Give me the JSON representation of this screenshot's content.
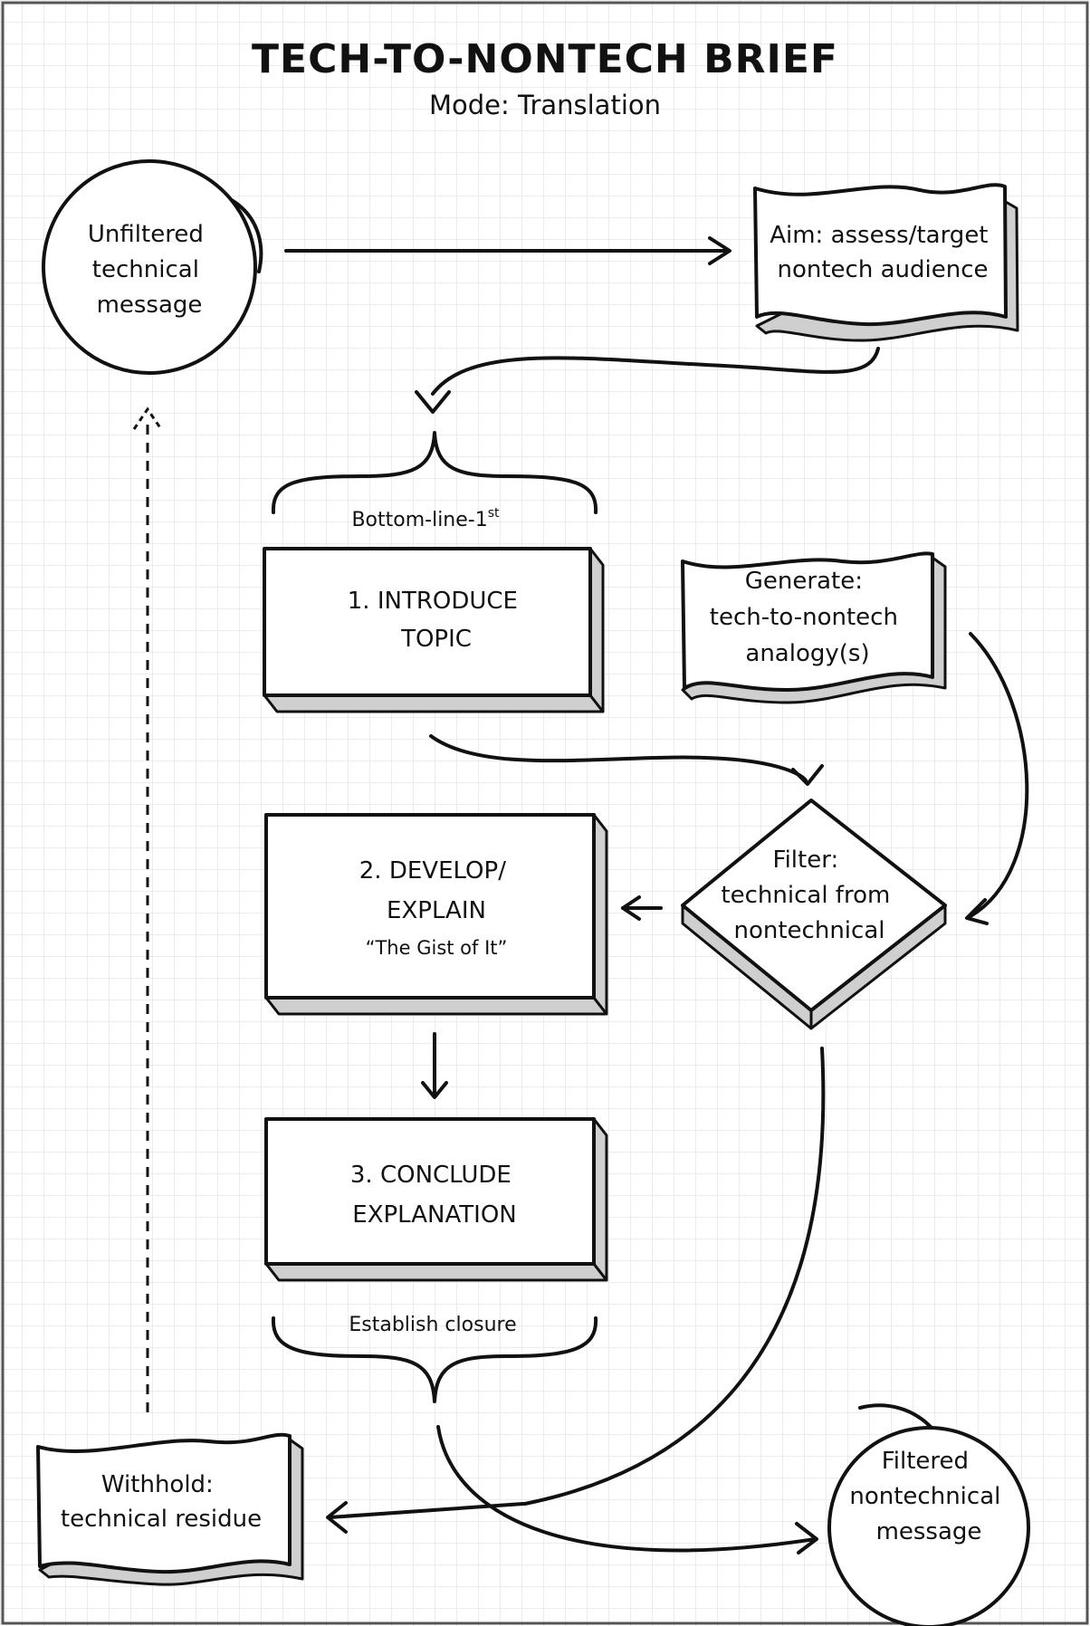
{
  "header": {
    "title": "TECH-TO-NONTECH BRIEF",
    "subtitle": "Mode: Translation"
  },
  "nodes": {
    "start": [
      "Unfiltered",
      "technical",
      "message"
    ],
    "aim": [
      "Aim: assess/target",
      "nontech audience"
    ],
    "brace_top": "Bottom-line-1",
    "brace_top_sup": "st",
    "step1": [
      "1.  INTRODUCE",
      "TOPIC"
    ],
    "generate": [
      "Generate:",
      "tech-to-nontech",
      "analogy(s)"
    ],
    "filter": [
      "Filter:",
      "technical from",
      "nontechnical"
    ],
    "step2": [
      "2. DEVELOP/",
      "EXPLAIN"
    ],
    "step2_note": "“The Gist of It”",
    "step3": [
      "3. CONCLUDE",
      "EXPLANATION"
    ],
    "brace_bottom": "Establish closure",
    "withhold": [
      "Withhold:",
      "technical residue"
    ],
    "end": [
      "Filtered",
      "nontechnical",
      "message"
    ]
  },
  "colors": {
    "ink": "#111111",
    "paper": "#ffffff",
    "grid": "#e6e6e6",
    "shadow": "#cfcfcf"
  }
}
